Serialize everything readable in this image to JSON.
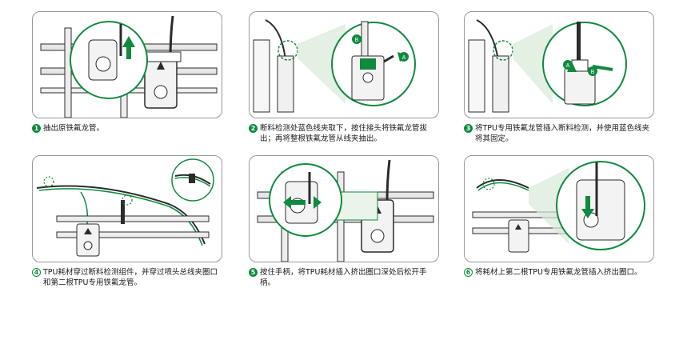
{
  "colors": {
    "accent": "#0f8a3f",
    "border": "#9a9a9a",
    "line": "#2b2b2b"
  },
  "steps": [
    {
      "number": "1",
      "text": "抽出原铁氟龙管。"
    },
    {
      "number": "2",
      "text": "断料检测处蓝色线夹取下，按住接头将铁氟龙管拔出；再将整根铁氟龙管从线夹抽出。",
      "labels": [
        "A",
        "B"
      ]
    },
    {
      "number": "3",
      "text": "将TPU专用铁氟龙管插入断料检测，并使用蓝色线夹将其固定。",
      "labels": [
        "A",
        "B"
      ]
    },
    {
      "number": "4",
      "text": "TPU耗材穿过断料检测组件，并穿过喷头总线夹圈口和第二根TPU专用铁氟龙管。"
    },
    {
      "number": "5",
      "text": "按住手柄，将TPU耗材插入挤出圈口深处后松开手柄。"
    },
    {
      "number": "6",
      "text": "将耗材上第二根TPU专用铁氟龙管插入挤出圈口。"
    }
  ]
}
